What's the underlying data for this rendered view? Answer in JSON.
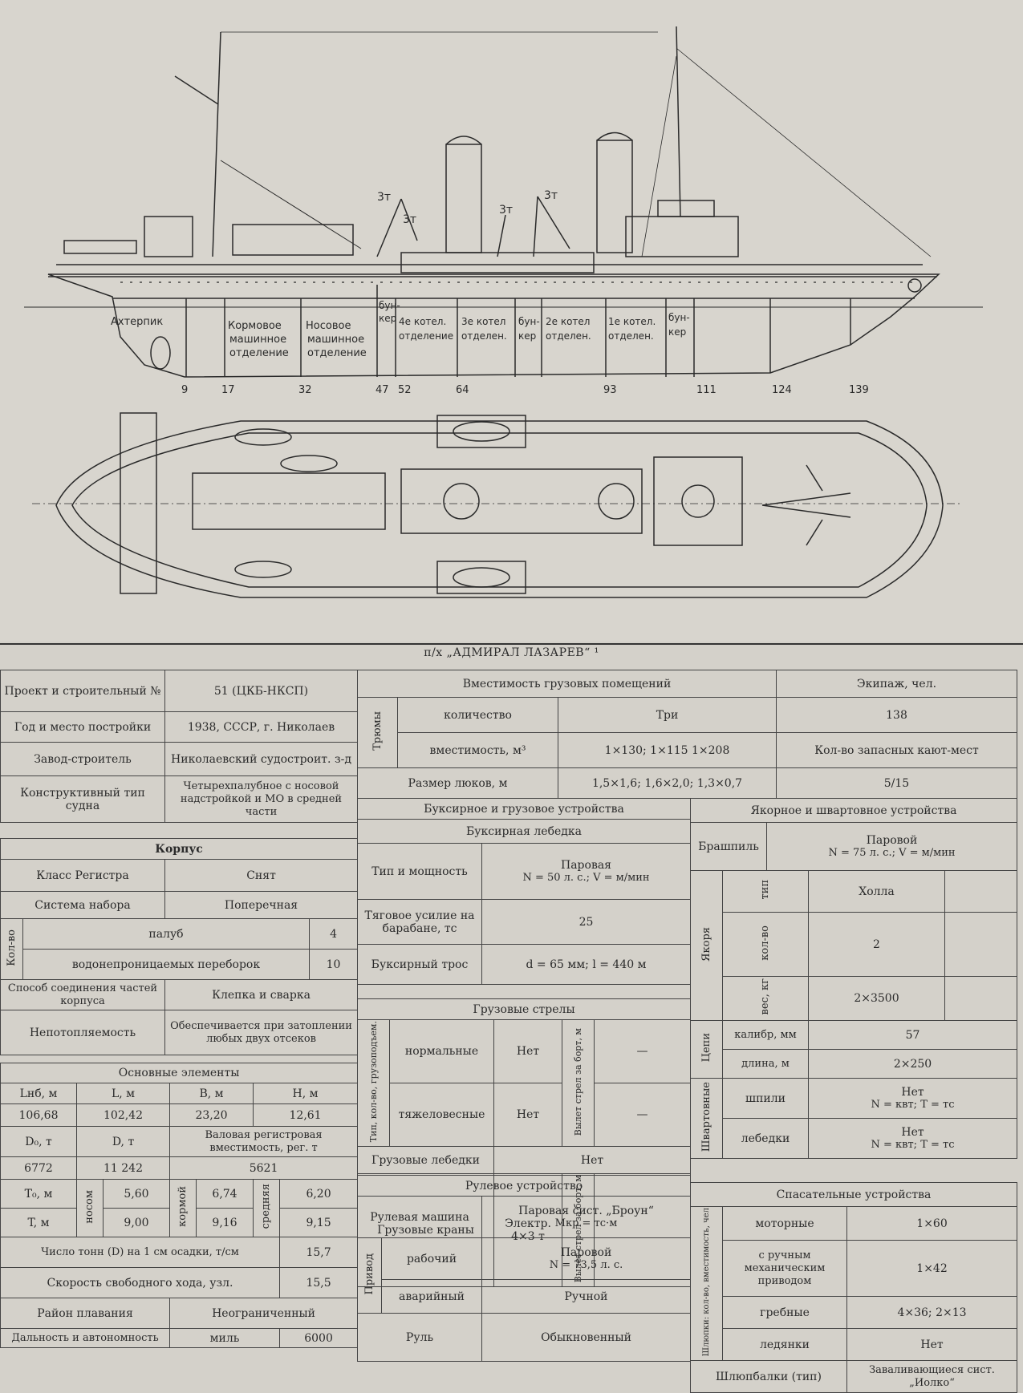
{
  "drawing": {
    "labels": {
      "afterpeak": "Ахтерпик",
      "aft_engine": [
        "Кормовое",
        "машинное",
        "отделение"
      ],
      "fwd_engine": [
        "Носовое",
        "машинное",
        "отделение"
      ],
      "bunker1": [
        "бун-",
        "кер"
      ],
      "boiler4": [
        "4е котел.",
        "отделение"
      ],
      "boiler3": [
        "3е котел",
        "отделен."
      ],
      "bunker2": [
        "бун-",
        "кер"
      ],
      "boiler2": [
        "2е котел",
        "отделен."
      ],
      "boiler1": [
        "1е котел.",
        "отделен."
      ],
      "bunker3": [
        "бун-",
        "кер"
      ],
      "crane1": "3т",
      "crane2": "3т",
      "crane3": "3т",
      "crane4": "3т"
    },
    "frames": [
      "9",
      "17",
      "32",
      "47",
      "52",
      "64",
      "93",
      "111",
      "124",
      "139"
    ]
  },
  "title": "п/х „АДМИРАЛ ЛАЗАРЕВ“ ¹",
  "general": {
    "project_label": "Проект и строительный №",
    "project_value": "51 (ЦКБ-НКСП)",
    "year_label": "Год и место постройки",
    "year_value": "1938, СССР, г. Николаев",
    "plant_label": "Завод-строитель",
    "plant_value": "Николаевский судостроит. з-д",
    "type_label": "Конструктивный тип судна",
    "type_value": "Четырехпалубное с носовой надстройкой и МО в средней части"
  },
  "hull": {
    "title": "Корпус",
    "class_label": "Класс Регистра",
    "class_value": "Снят",
    "framing_label": "Система набора",
    "framing_value": "Поперечная",
    "count_label": "Кол-во",
    "decks_label": "палуб",
    "decks_value": "4",
    "bulkheads_label": "водонепроницаемых переборок",
    "bulkheads_value": "10",
    "joint_label": "Способ соединения частей корпуса",
    "joint_value": "Клепка и сварка",
    "unsink_label": "Непотопляемость",
    "unsink_value": "Обеспечивается при затоплении любых двух отсеков"
  },
  "elements": {
    "title": "Основные элементы",
    "h1": "Lнб, м",
    "h2": "L, м",
    "h3": "B, м",
    "h4": "H, м",
    "v1": "106,68",
    "v2": "102,42",
    "v3": "23,20",
    "v4": "12,61",
    "d0_label": "D₀, т",
    "d_label": "D, т",
    "gross_label": "Валовая регистровая вместимость, рег. т",
    "d0_value": "6772",
    "d_value": "11 242",
    "gross_value": "5621",
    "t0_label": "T₀, м",
    "t_label": "T, м",
    "bow": "носом",
    "stern": "кормой",
    "mid": "средняя",
    "t0_bow": "5,60",
    "t0_stern": "6,74",
    "t0_mid": "6,20",
    "t_bow": "9,00",
    "t_stern": "9,16",
    "t_mid": "9,15",
    "tons_label": "Число тонн (D) на 1 см осадки, т/см",
    "tons_value": "15,7",
    "speed_label": "Скорость свободного хода, узл.",
    "speed_value": "15,5",
    "area_label": "Район плавания",
    "area_value": "Неограниченный",
    "range_label": "Дальность и автономность",
    "range_unit": "миль",
    "range_value": "6000"
  },
  "cargo": {
    "title": "Вместимость грузовых помещений",
    "holds_label": "Трюмы",
    "qty_label": "количество",
    "qty_value": "Три",
    "cap_label": "вместимость, м³",
    "cap_value": "1×130; 1×115 1×208",
    "hatch_label": "Размер люков, м",
    "hatch_value": "1,5×1,6; 1,6×2,0; 1,3×0,7"
  },
  "crew": {
    "title": "Экипаж, чел.",
    "value": "138",
    "spare_label": "Кол-во запасных кают-мест",
    "spare_value": "5/15"
  },
  "towing": {
    "title": "Буксирное и грузовое устройства",
    "winch_title": "Буксирная лебедка",
    "type_label": "Тип и мощность",
    "type_value": "Паровая",
    "type_value2": "N = 50 л. с.;   V =        м/мин",
    "pull_label": "Тяговое усилие на барабане, тс",
    "pull_value": "25",
    "rope_label": "Буксирный трос",
    "rope_value": "d = 65 мм; l = 440 м"
  },
  "booms": {
    "title": "Грузовые стрелы",
    "side_label": "Тип, кол-во, грузоподъем.",
    "normal_label": "нормальные",
    "normal_value": "Нет",
    "heavy_label": "тяжеловесные",
    "heavy_value": "Нет",
    "reach_label": "Вылет стрел за борт, м",
    "reach1": "—",
    "reach2": "—",
    "winches_label": "Грузовые лебедки",
    "winches_value": "Нет",
    "cranes_label": "Грузовые краны",
    "cranes_value": "Электр. 4×3 т",
    "cranes_reach_label": "Вылет стрел за борт, м"
  },
  "anchor": {
    "title": "Якорное и швартовное устройства",
    "windlass_label": "Брашпиль",
    "windlass_value": "Паровой",
    "windlass_value2": "N = 75 л. с.; V =        м/мин",
    "anchors_label": "Якоря",
    "type_label": "тип",
    "type_value": "Холла",
    "qty_label": "кол-во",
    "qty_value": "2",
    "weight_label": "вес, кг",
    "weight_value": "2×3500",
    "chains_label": "Цепи",
    "caliber_label": "калибр, мм",
    "caliber_value": "57",
    "length_label": "длина, м",
    "length_value": "2×250",
    "mooring_label": "Швартовные",
    "capstan_label": "шпили",
    "capstan_value": "Нет",
    "capstan_value2": "N =        квт; T =        тс",
    "mwinch_label": "лебедки",
    "mwinch_value": "Нет",
    "mwinch_value2": "N =        квт; T =        тс"
  },
  "steering": {
    "title": "Рулевое устройство",
    "machine_label": "Рулевая машина",
    "machine_value": "Паровая сист. „Броун“",
    "machine_value2": "Mкр =          тс·м",
    "drive_label": "Привод",
    "work_label": "рабочий",
    "work_value": "Паровой",
    "work_value2": "N = 73,5 л. с.",
    "emerg_label": "аварийный",
    "emerg_value": "Ручной",
    "rudder_label": "Руль",
    "rudder_value": "Обыкновенный"
  },
  "lifesaving": {
    "title": "Спасательные устройства",
    "boats_label": "Шлюпки: кол-во, вместимость, чел",
    "motor_label": "моторные",
    "motor_value": "1×60",
    "hand_label": "с ручным механическим приводом",
    "hand_value": "1×42",
    "row_label": "гребные",
    "row_value": "4×36; 2×13",
    "ice_label": "ледянки",
    "ice_value": "Нет",
    "davits_label": "Шлюпбалки (тип)",
    "davits_value": "Заваливающиеся сист. „Иолко“"
  }
}
